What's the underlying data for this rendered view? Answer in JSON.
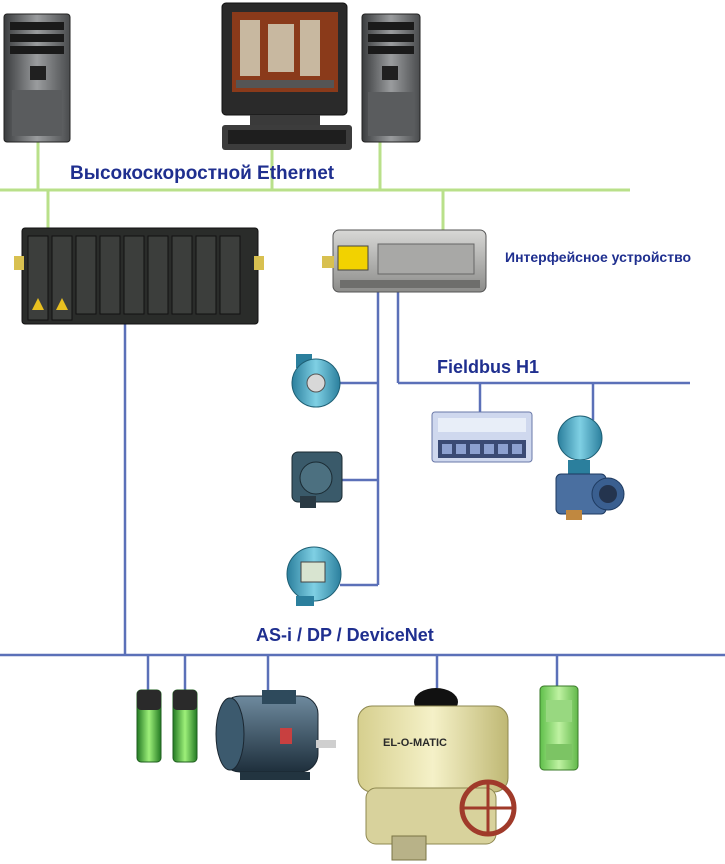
{
  "labels": {
    "ethernet": "Высокоскоростной Ethernet",
    "interface_device": "Интерфейсное устройство",
    "fieldbus": "Fieldbus H1",
    "devicenet": "AS-i / DP / DeviceNet"
  },
  "device_text": {
    "actuator_brand": "EL-O-MATIC"
  },
  "colors": {
    "ethernet_line": "#b9e08a",
    "bus_line": "#5b70b8",
    "label": "#1f2f8f",
    "screen": "#8a3a1a",
    "controller": "#2a2c2a",
    "transmitter": "#3f9ab8",
    "sensor_green": "#3fae3a",
    "motor": "#2e4a5c",
    "actuator": "#e8e2a8"
  }
}
